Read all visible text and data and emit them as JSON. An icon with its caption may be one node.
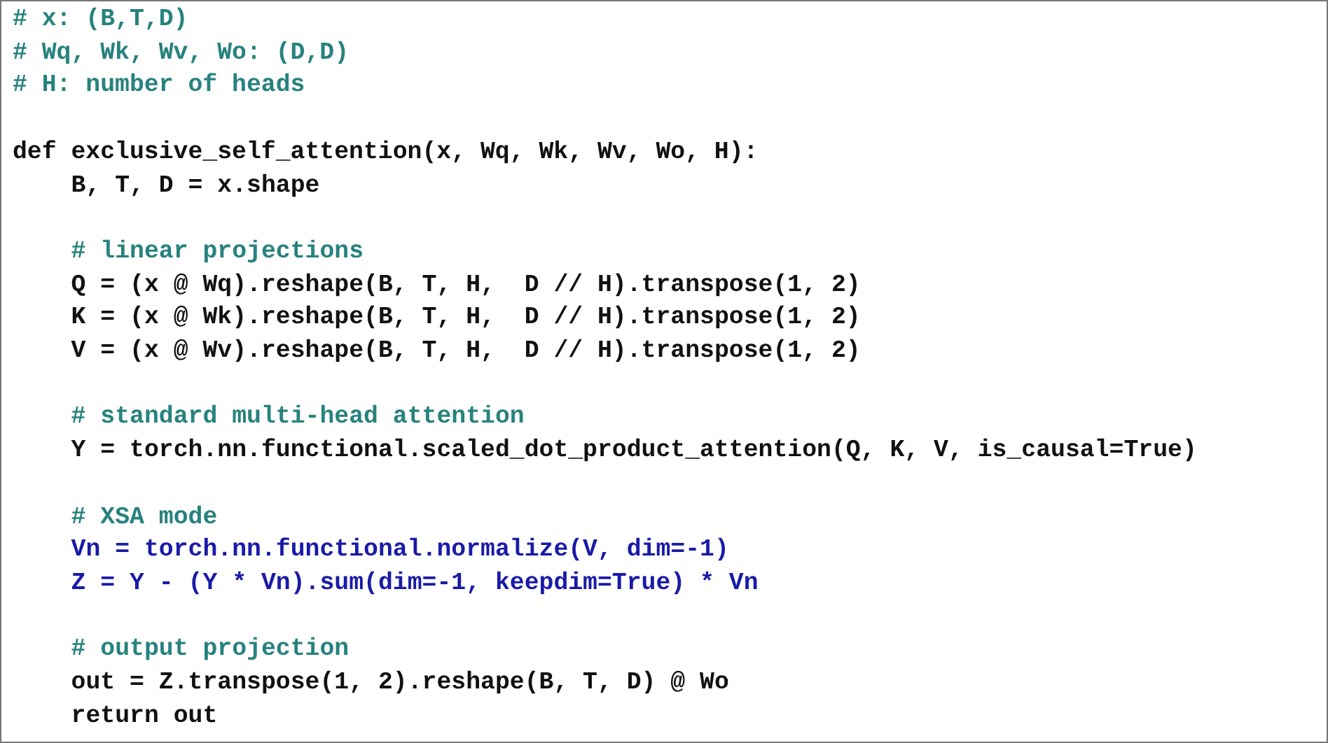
{
  "diagram": {
    "nodes": [
      {
        "text": [
          "# x: (B,T,D)",
          "# Wq, Wk, Wv, Wo: (D,D)",
          "# H: number of heads",
          "def exclusive_self_attention(x, Wq, Wk, Wv, Wo, H):",
          "B, T, D = x.shape",
          "# linear projections",
          "Q = (x @ Wq).reshape(B, T, H,  D // H).transpose(1, 2)",
          "K = (x @ Wk).reshape(B, T, H,  D // H).transpose(1, 2)",
          "V = (x @ Wv).reshape(B, T, H,  D // H).transpose(1, 2)",
          "# standard multi-head attention",
          "Y = torch.nn.functional.scaled_dot_product_attention(Q, K, V, is_causal=True)",
          "# XSA mode",
          "Vn = torch.nn.functional.normalize(V, dim=-1)",
          "Z = Y - (Y * Vn).sum(dim=-1, keepdim=True) * Vn",
          "# output projection",
          "out = Z.transpose(1, 2).reshape(B, T, D) @ Wo",
          "return out"
        ]
      }
    ]
  }
}
